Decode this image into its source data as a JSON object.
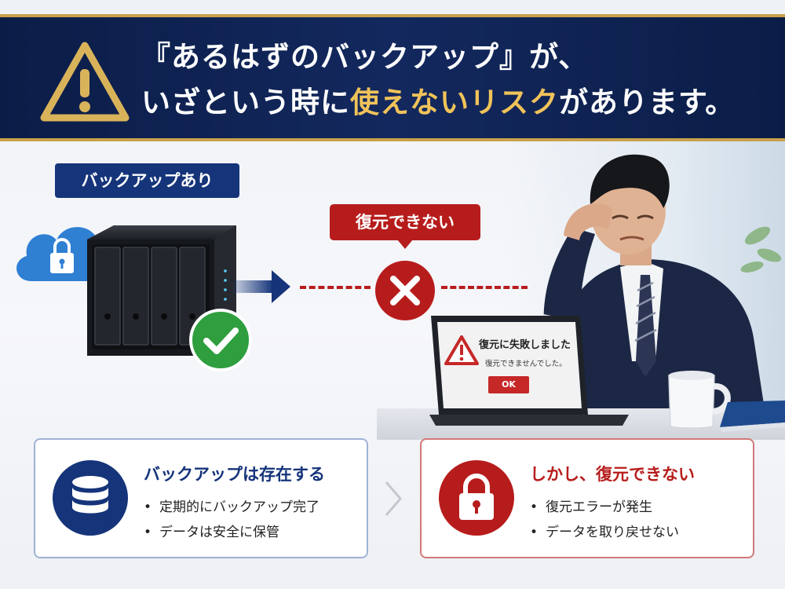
{
  "banner": {
    "line1": "『あるはずのバックアップ』が、",
    "line2_prefix": "いざという時に",
    "line2_highlight": "使えないリスク",
    "line2_suffix": "があります。"
  },
  "backup_label": "バックアップあり",
  "callout": "復元できない",
  "dialog": {
    "title": "復元に失敗しました",
    "message": "復元できませんでした。",
    "ok": "OK"
  },
  "cards": {
    "left": {
      "title": "バックアップは存在する",
      "items": [
        "定期的にバックアップ完了",
        "データは安全に保管"
      ],
      "color": "#15347a",
      "icon": "database-icon"
    },
    "right": {
      "title": "しかし、復元できない",
      "items": [
        "復元エラーが発生",
        "データを取り戻せない"
      ],
      "color": "#b71c1c",
      "icon": "lock-icon"
    }
  },
  "colors": {
    "navy": "#13285e",
    "gold": "#c9a14a",
    "red": "#b71c1c",
    "green": "#2e9e3e"
  }
}
